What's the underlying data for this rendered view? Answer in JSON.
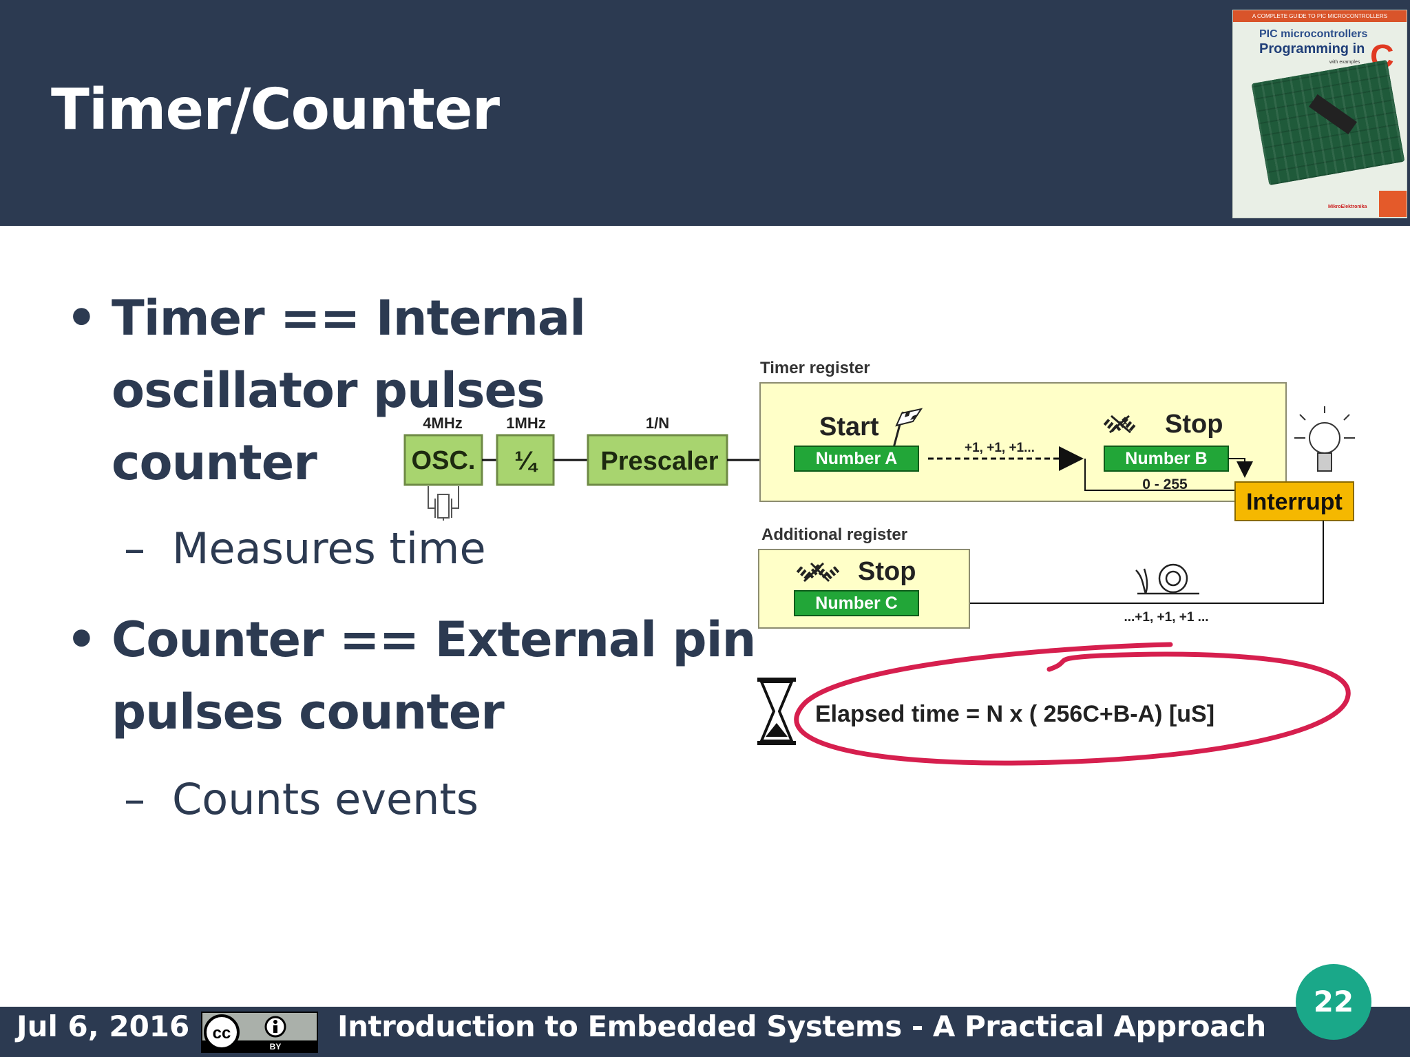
{
  "slide": {
    "title": "Timer/Counter",
    "page_number": "22"
  },
  "book_cover": {
    "top_strip": "A COMPLETE GUIDE TO PIC MICROCONTROLLERS",
    "line1": "PIC microcontrollers",
    "line2": "Programming in",
    "big_letter": "C",
    "line3": "with examples",
    "publisher": "MikroElektronika"
  },
  "bullets": [
    {
      "lines": [
        "Timer == Internal",
        "oscillator pulses",
        "counter"
      ],
      "sub": "Measures time"
    },
    {
      "lines": [
        "Counter == External pin",
        "pulses counter"
      ],
      "sub": "Counts events"
    }
  ],
  "diagram": {
    "freq_osc": "4MHz",
    "freq_div": "1MHz",
    "freq_pre": "1/N",
    "osc": "OSC.",
    "div": "¼",
    "prescaler": "Prescaler",
    "timer_register": "Timer register",
    "start": "Start",
    "number_a": "Number A",
    "increments": "+1, +1, +1...",
    "stop": "Stop",
    "number_b": "Number B",
    "range": "0 - 255",
    "interrupt": "Interrupt",
    "additional_register": "Additional register",
    "stop2": "Stop",
    "number_c": "Number C",
    "increments2": "...+1, +1, +1 ...",
    "formula": "Elapsed time = N x ( 256C+B-A)  [uS]",
    "colors": {
      "block_green": "#a8d46f",
      "register_fill": "#ffffc8",
      "number_green": "#22a638",
      "interrupt": "#f5b800",
      "ellipse": "#d61f4e"
    }
  },
  "footer": {
    "date": "Jul 6, 2016",
    "license": "BY",
    "course": "Introduction to Embedded Systems - A Practical Approach"
  },
  "colors": {
    "header_bg": "#2c3a51",
    "text": "#2c3a51",
    "page_badge": "#1aa889"
  }
}
